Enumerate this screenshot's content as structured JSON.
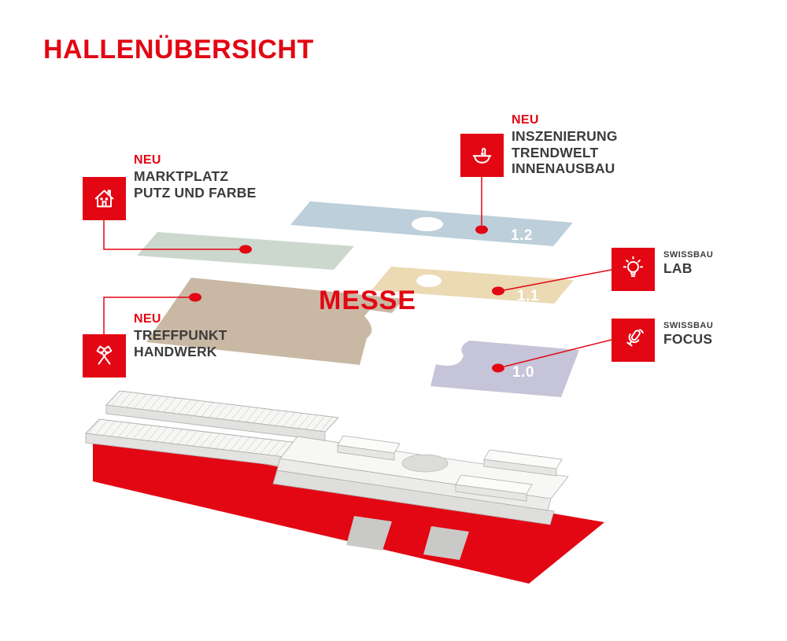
{
  "title": "HALLENÜBERSICHT",
  "center_label": "MESSE",
  "callouts": {
    "marktplatz": {
      "tag": "NEU",
      "line1": "MARKTPLATZ",
      "line2": "PUTZ UND FARBE",
      "icon": "house-facade-icon"
    },
    "inszenierung": {
      "tag": "NEU",
      "line1": "INSZENIERUNG",
      "line2": "TRENDWELT",
      "line3": "INNENAUSBAU",
      "icon": "washbasin-icon"
    },
    "treffpunkt": {
      "tag": "NEU",
      "line1": "TREFFPUNKT",
      "line2": "HANDWERK",
      "icon": "crossed-hammers-icon"
    },
    "lab": {
      "tag": "SWISSBAU",
      "line1": "LAB",
      "icon": "lightbulb-icon"
    },
    "focus": {
      "tag": "SWISSBAU",
      "line1": "FOCUS",
      "icon": "microphone-icon"
    }
  },
  "floors": {
    "f12": {
      "label": "1.2",
      "color": "#bccfda"
    },
    "f11": {
      "label": "1.1",
      "color": "#ebdab4"
    },
    "f10": {
      "label": "1.0",
      "color": "#c6c4d8"
    },
    "green": {
      "color": "#ccd8ce"
    },
    "brown": {
      "color": "#c9b8a4"
    }
  },
  "colors": {
    "brand_red": "#e30613",
    "text_dark": "#3c3c3b",
    "floor_label": "#ffffff",
    "building_top": "#f6f6f5",
    "building_side": "#e2e2e0"
  }
}
